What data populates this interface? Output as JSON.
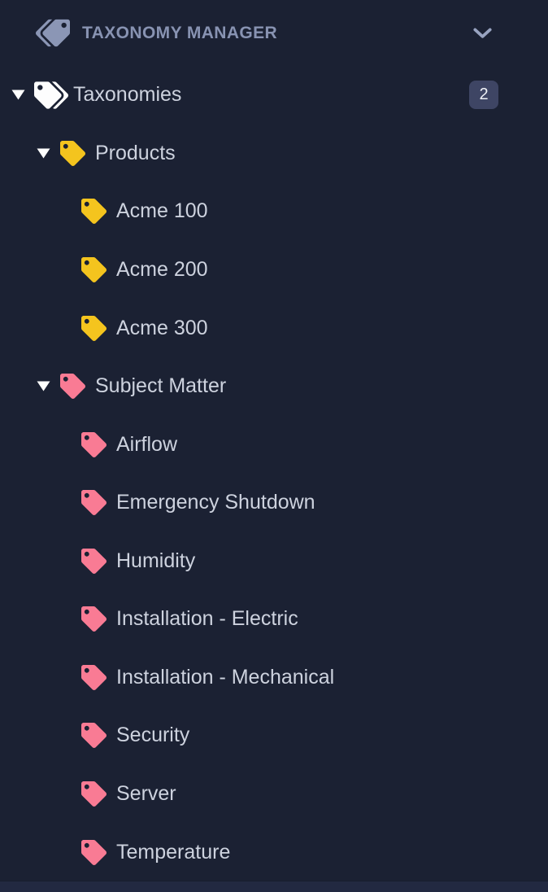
{
  "header": {
    "title": "TAXONOMY MANAGER",
    "icon": "tags-icon",
    "collapse_icon": "chevron-down-icon"
  },
  "colors": {
    "background": "#1b2133",
    "header_text": "#8893b2",
    "header_icon": "#8b96b5",
    "chevron": "#98a3c0",
    "caret": "#ffffff",
    "label_text": "#cdd2de",
    "white_tag": "#fdfdfd",
    "yellow_tag": "#f4c41e",
    "pink_tag": "#f97b94",
    "badge_bg": "#3e4564",
    "badge_text": "#eef1f6",
    "footer_bg": "#222941"
  },
  "tree": {
    "items": [
      {
        "label": "Taxonomies",
        "slug": "taxonomies",
        "level": 0,
        "expanded": true,
        "icon": "tags-icon",
        "icon_color": "#fdfdfd",
        "badge": "2"
      },
      {
        "label": "Products",
        "slug": "products",
        "level": 1,
        "expanded": true,
        "icon": "tag-icon",
        "icon_color": "#f4c41e"
      },
      {
        "label": "Acme 100",
        "slug": "acme-100",
        "level": 2,
        "expanded": false,
        "icon": "tag-icon",
        "icon_color": "#f4c41e"
      },
      {
        "label": "Acme 200",
        "slug": "acme-200",
        "level": 2,
        "expanded": false,
        "icon": "tag-icon",
        "icon_color": "#f4c41e"
      },
      {
        "label": "Acme 300",
        "slug": "acme-300",
        "level": 2,
        "expanded": false,
        "icon": "tag-icon",
        "icon_color": "#f4c41e"
      },
      {
        "label": "Subject Matter",
        "slug": "subject-matter",
        "level": 1,
        "expanded": true,
        "icon": "tag-icon",
        "icon_color": "#f97b94"
      },
      {
        "label": "Airflow",
        "slug": "airflow",
        "level": 2,
        "expanded": false,
        "icon": "tag-icon",
        "icon_color": "#f97b94"
      },
      {
        "label": "Emergency Shutdown",
        "slug": "emergency-shutdown",
        "level": 2,
        "expanded": false,
        "icon": "tag-icon",
        "icon_color": "#f97b94"
      },
      {
        "label": "Humidity",
        "slug": "humidity",
        "level": 2,
        "expanded": false,
        "icon": "tag-icon",
        "icon_color": "#f97b94"
      },
      {
        "label": "Installation - Electric",
        "slug": "installation-electric",
        "level": 2,
        "expanded": false,
        "icon": "tag-icon",
        "icon_color": "#f97b94"
      },
      {
        "label": "Installation - Mechanical",
        "slug": "installation-mechanical",
        "level": 2,
        "expanded": false,
        "icon": "tag-icon",
        "icon_color": "#f97b94"
      },
      {
        "label": "Security",
        "slug": "security",
        "level": 2,
        "expanded": false,
        "icon": "tag-icon",
        "icon_color": "#f97b94"
      },
      {
        "label": "Server",
        "slug": "server",
        "level": 2,
        "expanded": false,
        "icon": "tag-icon",
        "icon_color": "#f97b94"
      },
      {
        "label": "Temperature",
        "slug": "temperature",
        "level": 2,
        "expanded": false,
        "icon": "tag-icon",
        "icon_color": "#f97b94"
      }
    ]
  }
}
